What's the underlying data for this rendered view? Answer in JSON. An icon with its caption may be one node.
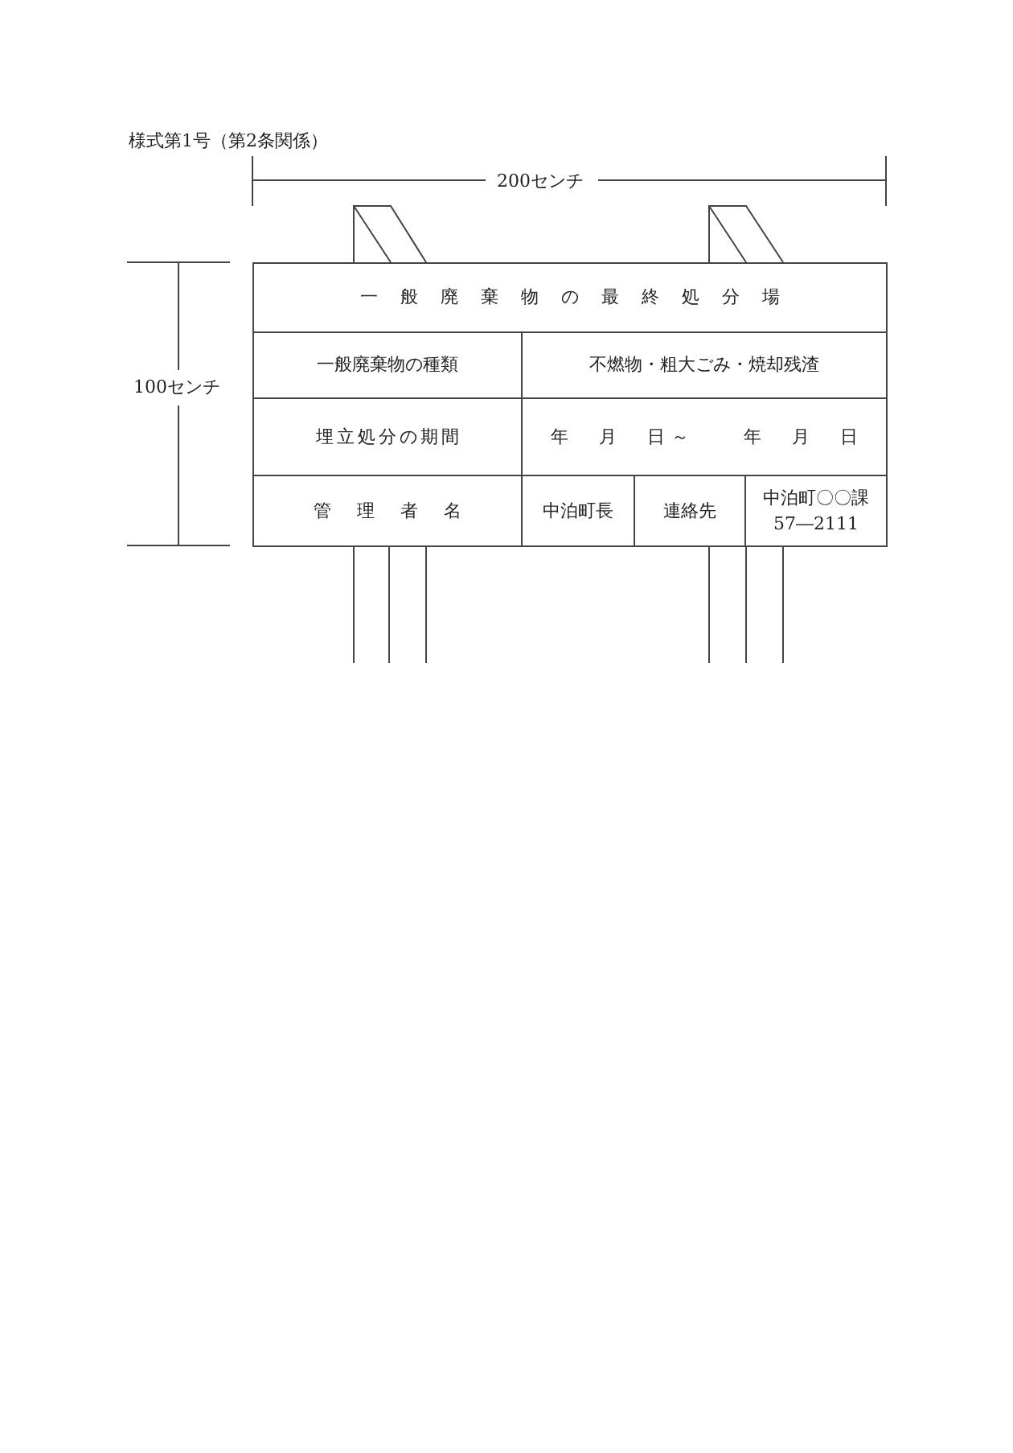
{
  "diagram": {
    "title": "様式第1号（第2条関係）",
    "labels": [
      "200センチ",
      "100センチ",
      "一般廃棄物の最終処分場",
      "一般廃棄物の種類",
      "不燃物・粗大ごみ・焼却残渣",
      "埋立処分の期間",
      "年　月　日～　　年　月　日",
      "管理者名",
      "中泊町長",
      "連絡先",
      "中泊町〇〇課 57―2111"
    ]
  }
}
